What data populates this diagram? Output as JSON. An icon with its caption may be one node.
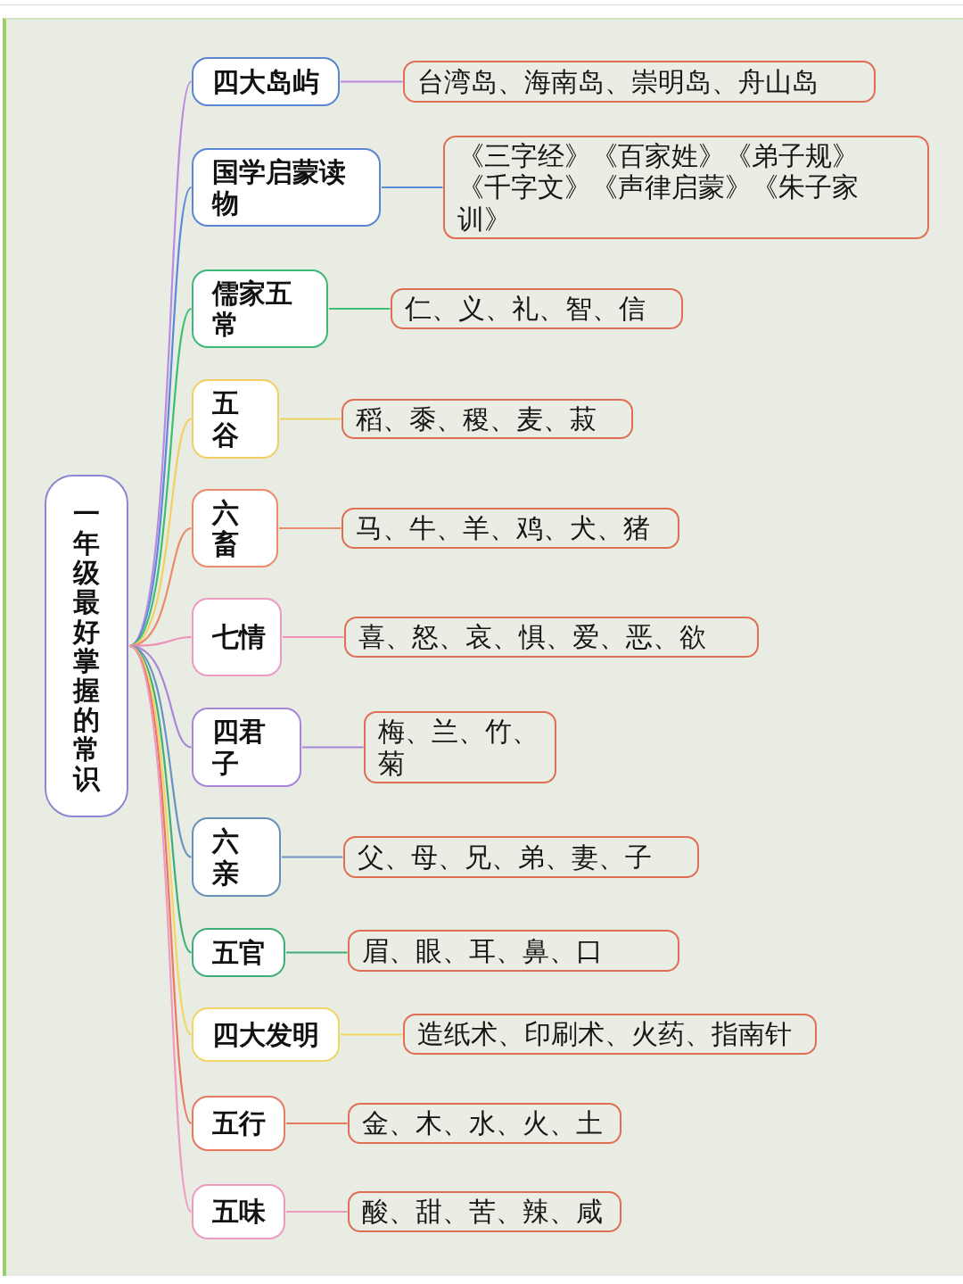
{
  "diagram": {
    "nodes": [
      {
        "text": [
          "一年级最好掌握的常识"
        ]
      },
      {
        "text": [
          "四大岛屿"
        ]
      },
      {
        "text": [
          "台湾岛、海南岛、崇明岛、舟山岛"
        ]
      },
      {
        "text": [
          "国学启蒙读物"
        ]
      },
      {
        "text": [
          "《三字经》《百家姓》《弟子规》《千字文》《声律启蒙》《朱子家训》"
        ]
      },
      {
        "text": [
          "儒家五常"
        ]
      },
      {
        "text": [
          "仁、义、礼、智、信"
        ]
      },
      {
        "text": [
          "五谷"
        ]
      },
      {
        "text": [
          "稻、黍、稷、麦、菽"
        ]
      },
      {
        "text": [
          "六畜"
        ]
      },
      {
        "text": [
          "马、牛、羊、鸡、犬、猪"
        ]
      },
      {
        "text": [
          "七情"
        ]
      },
      {
        "text": [
          "喜、怒、哀、惧、爱、恶、欲"
        ]
      },
      {
        "text": [
          "四君子"
        ]
      },
      {
        "text": [
          "梅、兰、竹、菊"
        ]
      },
      {
        "text": [
          "六亲"
        ]
      },
      {
        "text": [
          "父、母、兄、弟、妻、子"
        ]
      },
      {
        "text": [
          "五官"
        ]
      },
      {
        "text": [
          "眉、眼、耳、鼻、口"
        ]
      },
      {
        "text": [
          "四大发明"
        ]
      },
      {
        "text": [
          "造纸术、印刷术、火药、指南针"
        ]
      },
      {
        "text": [
          "五行"
        ]
      },
      {
        "text": [
          "金、木、水、火、土"
        ]
      },
      {
        "text": [
          "五味"
        ]
      },
      {
        "text": [
          "酸、甜、苦、辣、咸"
        ]
      }
    ],
    "edges": [
      {
        "from": 0,
        "to": 1,
        "arrow": "none",
        "color": "#b98ae0"
      },
      {
        "from": 1,
        "to": 2,
        "arrow": "none",
        "color": "#b98ae0"
      },
      {
        "from": 0,
        "to": 3,
        "arrow": "none",
        "color": "#5a8ad8"
      },
      {
        "from": 3,
        "to": 4,
        "arrow": "none",
        "color": "#5a8ad8"
      },
      {
        "from": 0,
        "to": 5,
        "arrow": "none",
        "color": "#3cbf6e"
      },
      {
        "from": 5,
        "to": 6,
        "arrow": "none",
        "color": "#3cbf6e"
      },
      {
        "from": 0,
        "to": 7,
        "arrow": "none",
        "color": "#f1d063"
      },
      {
        "from": 7,
        "to": 8,
        "arrow": "none",
        "color": "#f1d063"
      },
      {
        "from": 0,
        "to": 9,
        "arrow": "none",
        "color": "#ec8a6c"
      },
      {
        "from": 9,
        "to": 10,
        "arrow": "none",
        "color": "#ec8a6c"
      },
      {
        "from": 0,
        "to": 11,
        "arrow": "none",
        "color": "#ee90b8"
      },
      {
        "from": 11,
        "to": 12,
        "arrow": "none",
        "color": "#ee90b8"
      },
      {
        "from": 0,
        "to": 13,
        "arrow": "none",
        "color": "#a985d8"
      },
      {
        "from": 13,
        "to": 14,
        "arrow": "none",
        "color": "#a985d8"
      },
      {
        "from": 0,
        "to": 15,
        "arrow": "none",
        "color": "#6a93c2"
      },
      {
        "from": 15,
        "to": 16,
        "arrow": "none",
        "color": "#6a93c2"
      },
      {
        "from": 0,
        "to": 17,
        "arrow": "none",
        "color": "#3fae78"
      },
      {
        "from": 17,
        "to": 18,
        "arrow": "none",
        "color": "#3fae78"
      },
      {
        "from": 0,
        "to": 19,
        "arrow": "none",
        "color": "#f1d565"
      },
      {
        "from": 19,
        "to": 20,
        "arrow": "none",
        "color": "#f1d565"
      },
      {
        "from": 0,
        "to": 21,
        "arrow": "none",
        "color": "#e7795f"
      },
      {
        "from": 21,
        "to": 22,
        "arrow": "none",
        "color": "#e7795f"
      },
      {
        "from": 0,
        "to": 23,
        "arrow": "none",
        "color": "#ef9ac0"
      },
      {
        "from": 23,
        "to": 24,
        "arrow": "none",
        "color": "#ef9ac0"
      }
    ]
  }
}
